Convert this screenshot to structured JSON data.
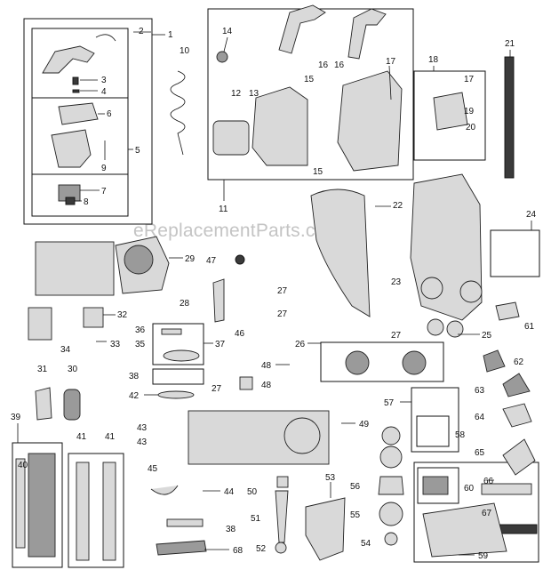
{
  "watermark": "eReplacementParts.com",
  "callouts": [
    "1",
    "2",
    "3",
    "4",
    "5",
    "6",
    "7",
    "8",
    "9",
    "10",
    "11",
    "12",
    "13",
    "14",
    "15",
    "15",
    "16",
    "16",
    "17",
    "17",
    "18",
    "19",
    "20",
    "21",
    "22",
    "23",
    "24",
    "25",
    "26",
    "27",
    "27",
    "27",
    "27",
    "28",
    "29",
    "30",
    "31",
    "32",
    "33",
    "34",
    "35",
    "36",
    "37",
    "38",
    "38",
    "39",
    "40",
    "41",
    "41",
    "42",
    "43",
    "43",
    "44",
    "45",
    "46",
    "47",
    "48",
    "48",
    "49",
    "50",
    "51",
    "52",
    "53",
    "54",
    "55",
    "56",
    "57",
    "58",
    "59",
    "60",
    "61",
    "62",
    "63",
    "64",
    "65",
    "66",
    "67",
    "68"
  ]
}
